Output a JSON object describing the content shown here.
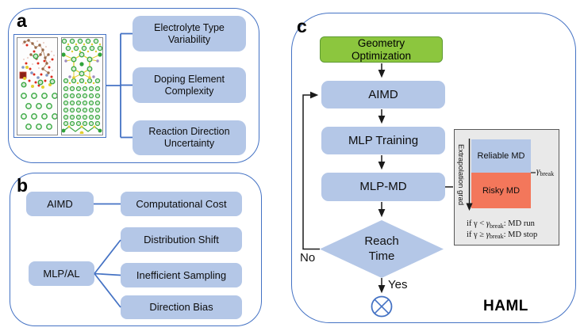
{
  "panel_a": {
    "label": "a",
    "challenges": [
      "Electrolyte Type Variability",
      "Doping Element Complexity",
      "Reaction Direction Uncertainty"
    ]
  },
  "panel_b": {
    "label": "b",
    "method_aimd": "AIMD",
    "aimd_issue": "Computational Cost",
    "method_mlp": "MLP/AL",
    "mlp_issues": [
      "Distribution Shift",
      "Inefficient Sampling",
      "Direction Bias"
    ]
  },
  "panel_c": {
    "label": "c",
    "steps": {
      "geometry": "Geometry Optimization",
      "aimd": "AIMD",
      "mlp_training": "MLP Training",
      "mlp_md": "MLP-MD"
    },
    "decision": "Reach Time",
    "branch_no": "No",
    "branch_yes": "Yes",
    "method_name": "HAML",
    "inset": {
      "axis_label": "Extrapolation grad",
      "reliable_label": "Reliable MD",
      "risky_label": "Risky MD",
      "threshold": {
        "gamma": "γ",
        "sub": "break"
      },
      "rule_run": {
        "pre": "if γ < ",
        "gamma": "γ",
        "sub": "break",
        "post": ":  MD run"
      },
      "rule_stop": {
        "pre": "if γ ≥ ",
        "gamma": "γ",
        "sub": "break",
        "post": ":  MD stop"
      }
    }
  },
  "colors": {
    "panel_border": "#4472C4",
    "connector_blue": "#4472C4",
    "box_blue": "#B4C7E7",
    "box_green_fill": "#8CC63E",
    "box_green_border": "#5E9A32",
    "risky_red": "#F3775B",
    "inset_bg": "#E9E9E9",
    "inset_border": "#595959",
    "arrow_black": "#1a1a1a"
  }
}
